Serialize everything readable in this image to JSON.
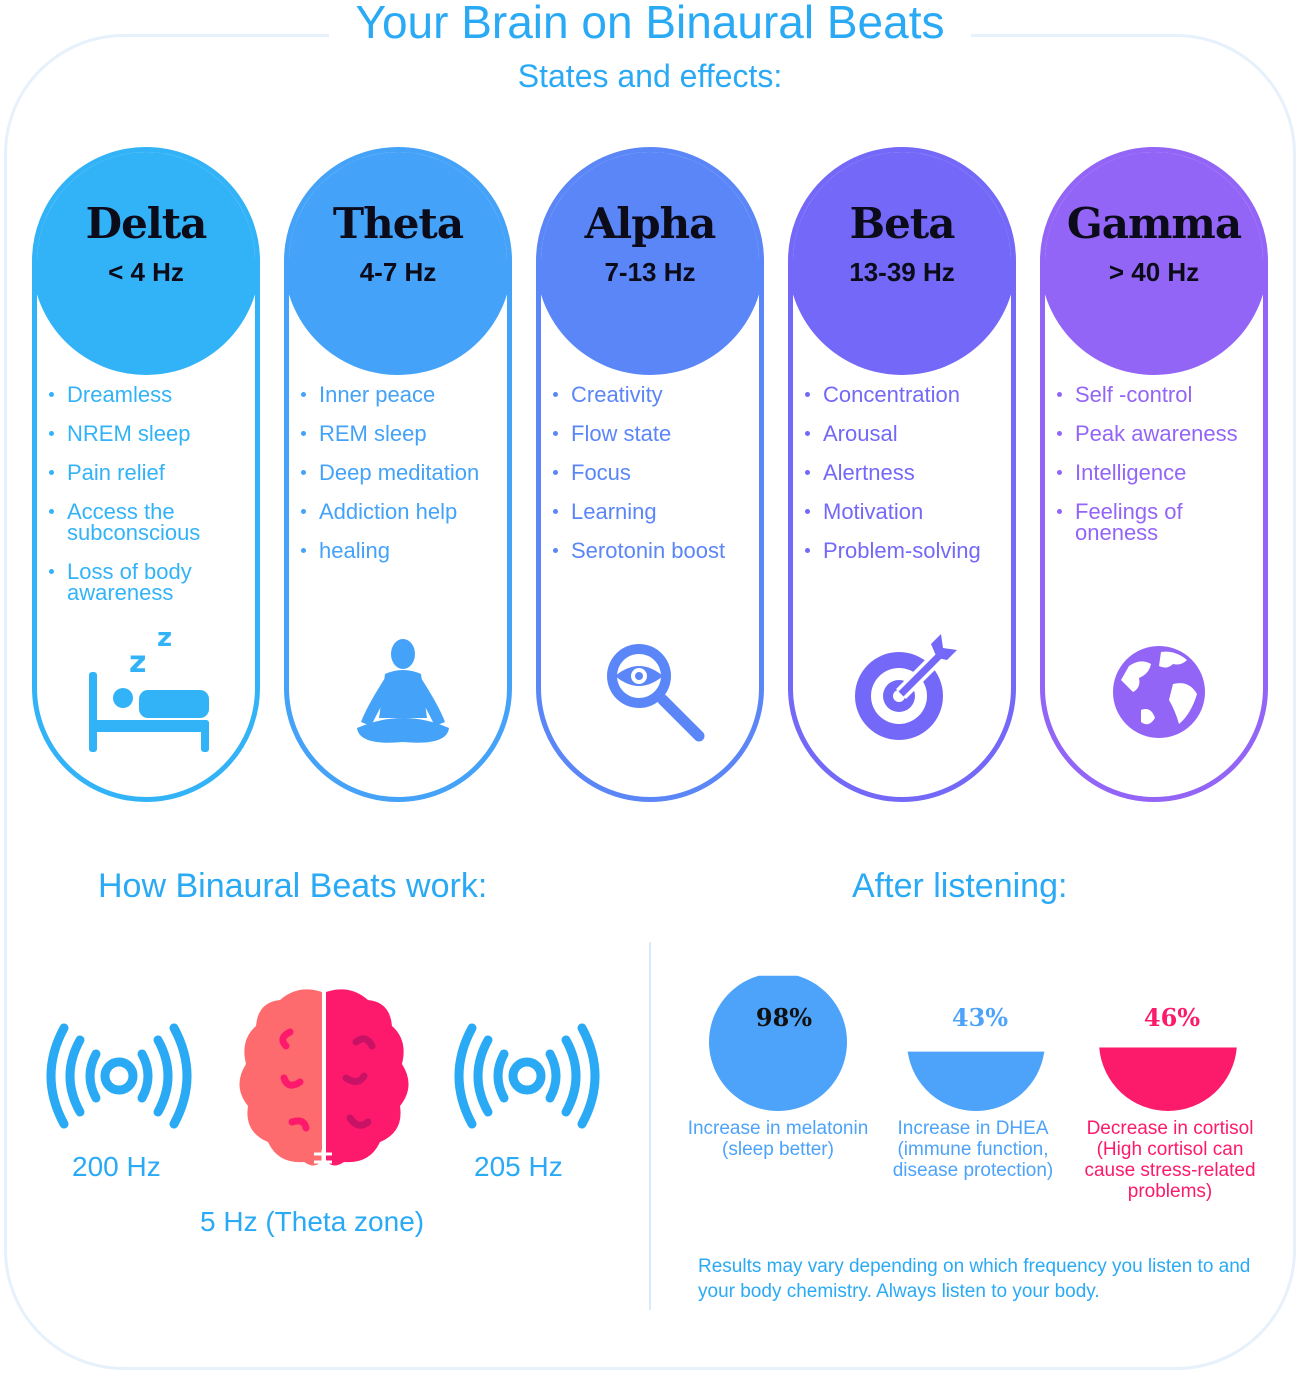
{
  "header": {
    "title": "Your Brain on Binaural Beats",
    "subtitle": "States and effects:"
  },
  "states": [
    {
      "name": "Delta",
      "range": "< 4 Hz",
      "color": "#33b3f7",
      "icon": "sleeping-in-bed-icon",
      "effects": [
        "Dreamless",
        "NREM sleep",
        "Pain relief",
        "Access the subconscious",
        "Loss of body awareness"
      ]
    },
    {
      "name": "Theta",
      "range": "4-7 Hz",
      "color": "#44a2f8",
      "icon": "meditation-icon",
      "effects": [
        "Inner peace",
        "REM sleep",
        "Deep meditation",
        "Addiction help",
        "healing"
      ]
    },
    {
      "name": "Alpha",
      "range": "7-13 Hz",
      "color": "#5b86f8",
      "icon": "eye-magnifier-icon",
      "effects": [
        "Creativity",
        "Flow state",
        "Focus",
        "Learning",
        "Serotonin boost"
      ]
    },
    {
      "name": "Beta",
      "range": "13-39 Hz",
      "color": "#7468f8",
      "icon": "target-arrow-icon",
      "effects": [
        "Concentration",
        "Arousal",
        "Alertness",
        "Motivation",
        "Problem-solving"
      ]
    },
    {
      "name": "Gamma",
      "range": "> 40 Hz",
      "color": "#9365f7",
      "icon": "globe-icon",
      "effects": [
        "Self -control",
        "Peak awareness",
        "Intelligence",
        "Feelings of oneness"
      ]
    }
  ],
  "how": {
    "title": "How Binaural Beats work:",
    "left_freq": "200 Hz",
    "right_freq": "205 Hz",
    "result": "5 Hz (Theta zone)",
    "brain_colors": {
      "left": "#fe6b6e",
      "right": "#fd1a6c"
    }
  },
  "after": {
    "title": "After listening:",
    "stats": [
      {
        "value": "98%",
        "percent": 98,
        "color": "#4da3f9",
        "value_color": "#111111",
        "label_lines": [
          "Increase in melatonin",
          "(sleep better)"
        ]
      },
      {
        "value": "43%",
        "percent": 43,
        "color": "#4da3f9",
        "value_color": "#4da3f9",
        "label_lines": [
          "Increase in DHEA",
          "(immune function,",
          "disease protection)"
        ]
      },
      {
        "value": "46%",
        "percent": 46,
        "color": "#fc1a6a",
        "value_color": "#fc1a6a",
        "label_lines": [
          "Decrease in cortisol",
          "(High cortisol can",
          "cause stress-related",
          "problems)"
        ]
      }
    ],
    "disclaimer": "Results may vary depending on which frequency you listen to and your body chemistry. Always listen to your body."
  }
}
